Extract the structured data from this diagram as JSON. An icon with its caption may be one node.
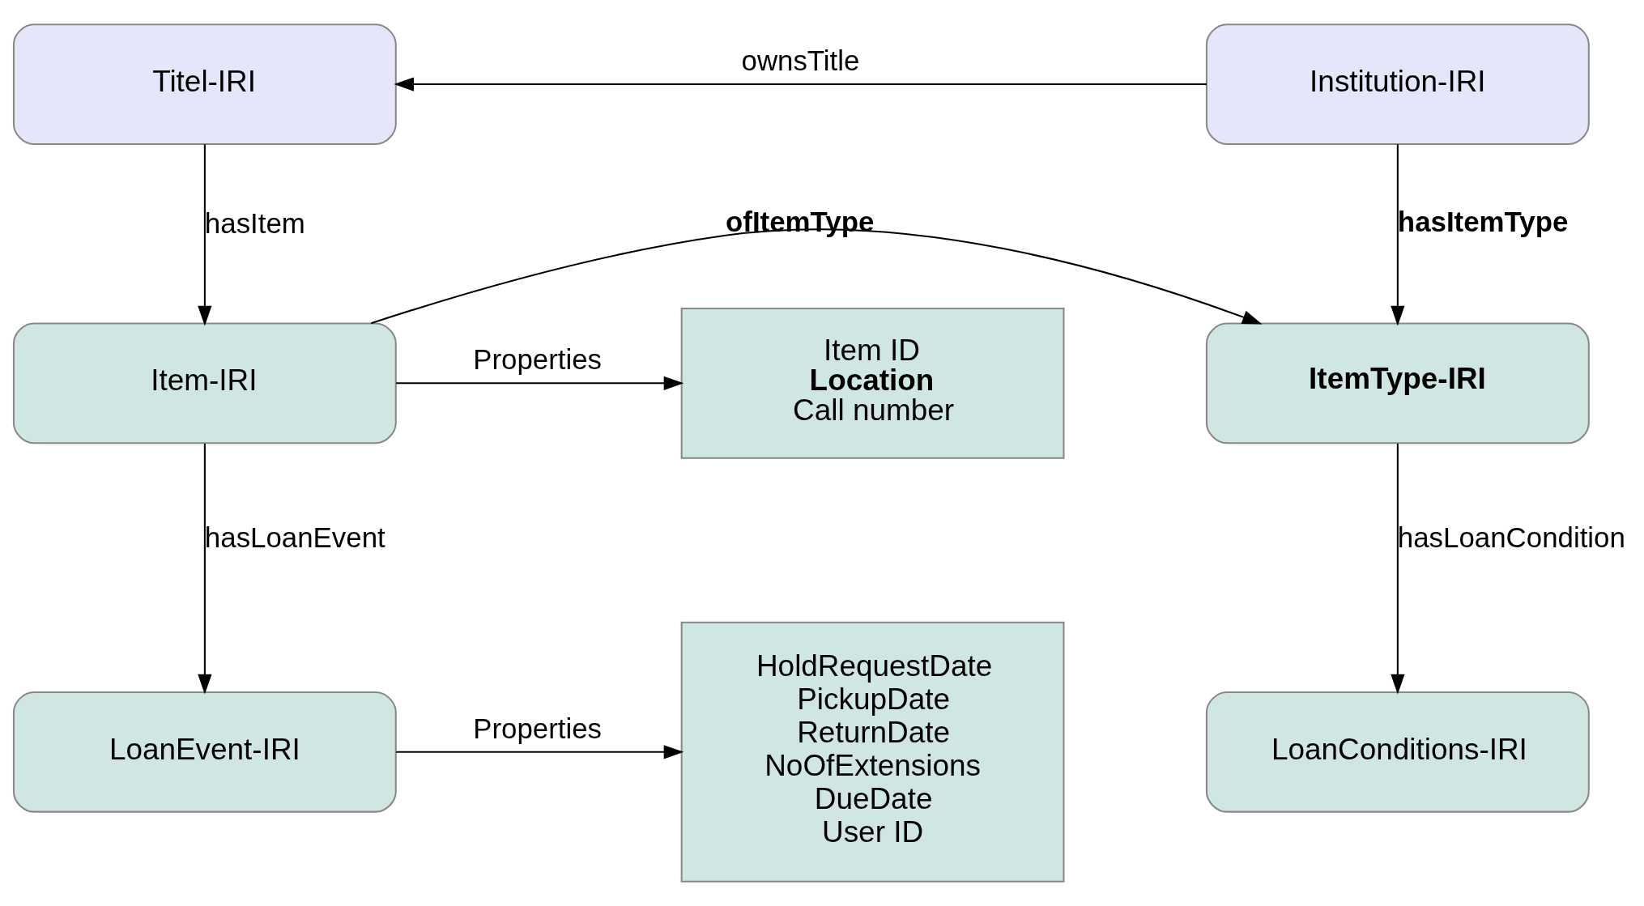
{
  "diagram": {
    "nodes": [
      {
        "text": [
          "Titel-IRI"
        ]
      },
      {
        "text": [
          "Institution-IRI"
        ]
      },
      {
        "text": [
          "Item ID",
          "Location",
          "Call number"
        ]
      },
      {
        "text": [
          "Item-IRI"
        ]
      },
      {
        "text": [
          "ItemType-IRI"
        ]
      },
      {
        "text": [
          "HoldRequestDate",
          "PickupDate",
          "ReturnDate",
          "NoOfExtensions",
          "DueDate",
          "User ID"
        ]
      },
      {
        "text": [
          "LoanEvent-IRI"
        ]
      },
      {
        "text": [
          "LoanConditions-IRI"
        ]
      }
    ],
    "edges": [
      {
        "from": 1,
        "to": 0,
        "arrow": "to",
        "label": "ownsTitle"
      },
      {
        "from": 0,
        "to": 3,
        "arrow": "to",
        "label": "hasItem"
      },
      {
        "from": 1,
        "to": 4,
        "arrow": "to",
        "label": "hasItemType"
      },
      {
        "from": 3,
        "to": 2,
        "arrow": "to",
        "label": "Properties"
      },
      {
        "from": 3,
        "to": 4,
        "arrow": "to",
        "label": "ofItemType"
      },
      {
        "from": 3,
        "to": 6,
        "arrow": "to",
        "label": "hasLoanEvent"
      },
      {
        "from": 4,
        "to": 7,
        "arrow": "to",
        "label": "hasLoanCondition"
      },
      {
        "from": 6,
        "to": 5,
        "arrow": "to",
        "label": "Properties"
      }
    ]
  }
}
